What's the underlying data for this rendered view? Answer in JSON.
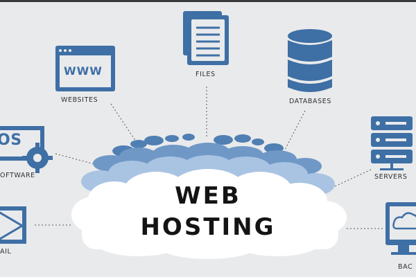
{
  "title": {
    "line1": "WEB",
    "line2": "HOSTING"
  },
  "icons": {
    "websites": {
      "label": "WEBSITES",
      "screen_text": "WWW",
      "icon": "browser-window-icon"
    },
    "files": {
      "label": "FILES",
      "icon": "documents-icon"
    },
    "databases": {
      "label": "DATABASES",
      "icon": "database-icon"
    },
    "software": {
      "label": "SOFTWARE",
      "visible_label": "OFTWARE",
      "screen_text": "OS",
      "icon": "software-gear-icon"
    },
    "servers": {
      "label": "SERVERS",
      "visible_label": "SERVERS",
      "icon": "server-stack-icon"
    },
    "email": {
      "label": "EMAIL",
      "visible_label": "AIL",
      "icon": "envelope-icon"
    },
    "backup": {
      "label": "BACKUP",
      "visible_label": "BAC",
      "icon": "cloud-backup-monitor-icon"
    }
  },
  "colors": {
    "icon_blue": "#3e6fa5",
    "cloud_light": "#bcd3ea",
    "cloud_mid": "#8eb2d8",
    "cloud_dark": "#5f8cbd",
    "background": "#e9eaec",
    "connector": "#555555"
  }
}
